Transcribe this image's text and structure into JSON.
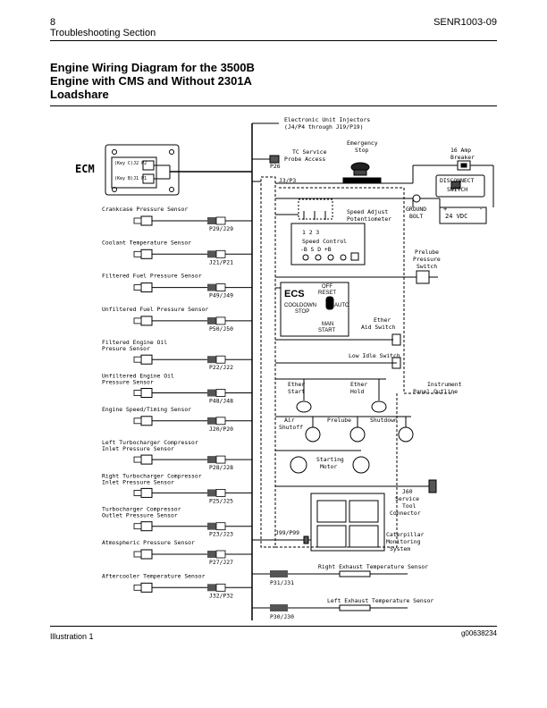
{
  "header": {
    "page_number": "8",
    "section": "Troubleshooting Section",
    "doc_id": "SENR1003-09"
  },
  "title_lines": [
    "Engine Wiring Diagram for the 3500B",
    "Engine with CMS and Without 2301A",
    "Loadshare"
  ],
  "footer": {
    "caption": "Illustration 1",
    "image_id": "g00638234"
  },
  "diagram": {
    "ecm_label": "ECM",
    "ecm_relay_top": "(Key C)J2  P2",
    "ecm_relay_bottom": "(Key B)J1  P1",
    "injectors_line1": "Electronic Unit Injectors",
    "injectors_line2": "(J4/P4 through J19/P19)",
    "tc_probe_line1": "TC Service",
    "tc_probe_line2": "Probe Access",
    "p26": "P26",
    "j3p3": "J3/P3",
    "estop_line1": "Emergency",
    "estop_line2": "Stop",
    "breaker_line1": "16 Amp",
    "breaker_line2": "Breaker",
    "disconnect_line1": "DISCONNECT",
    "disconnect_line2": "SWITCH",
    "ground_line1": "GROUND",
    "ground_line2": "BOLT",
    "battery": "24 VDC",
    "battery_plus": "+",
    "battery_minus": "-",
    "speed_adjust_line1": "Speed Adjust",
    "speed_adjust_line2": "Potentiometer",
    "speed_terminals": "1  2  3",
    "speed_control": "Speed Control",
    "speed_control_terminals": "-B  S  D  +B",
    "prelube_switch_line1": "Prelube",
    "prelube_switch_line2": "Pressure",
    "prelube_switch_line3": "Switch",
    "ecs": {
      "title": "ECS",
      "off": "OFF",
      "reset": "RESET",
      "cooldown": "COOLDOWN",
      "stop": "STOP",
      "auto": "AUTO",
      "man": "MAN",
      "start": "START"
    },
    "ether_aid_line1": "Ether",
    "ether_aid_line2": "Aid Switch",
    "low_idle": "Low Idle Switch",
    "instrument_line1": "Instrument",
    "instrument_line2": "Panel Outline",
    "ether_start_line1": "Ether",
    "ether_start_line2": "Start",
    "ether_hold_line1": "Ether",
    "ether_hold_line2": "Hold",
    "air_shutoff_line1": "Air",
    "air_shutoff_line2": "Shutoff",
    "prelube": "Prelube",
    "shutdown": "Shutdown",
    "starting_line1": "Starting",
    "starting_line2": "Motor",
    "j60_line1": "J60",
    "j60_line2": "Service",
    "j60_line3": "Tool",
    "j60_line4": "Connector",
    "j99": "J99/P99",
    "monitor_line1": "Caterpillar",
    "monitor_line2": "Monitoring",
    "monitor_line3": "System",
    "right_exhaust": "Right Exhaust Temperature Sensor",
    "left_exhaust": "Left Exhaust Temperature Sensor",
    "p31": "P31/J31",
    "p30": "P30/J30",
    "sensors": [
      {
        "line1": "Crankcase Pressure Sensor",
        "line2": "",
        "conn": "P29/J29"
      },
      {
        "line1": "Coolant Temperature Sensor",
        "line2": "",
        "conn": "J21/P21"
      },
      {
        "line1": "Filtered Fuel Pressure Sensor",
        "line2": "",
        "conn": "P49/J49"
      },
      {
        "line1": "Unfiltered Fuel Pressure Sensor",
        "line2": "",
        "conn": "P50/J50"
      },
      {
        "line1": "Filtered Engine Oil",
        "line2": "Presure Sensor",
        "conn": "P22/J22"
      },
      {
        "line1": "Unfiltered Engine Oil",
        "line2": "Pressure Sensor",
        "conn": "P48/J48"
      },
      {
        "line1": "Engine Speed/Timing Sensor",
        "line2": "",
        "conn": "J20/P20"
      },
      {
        "line1": "Left Turbocharger Compressor",
        "line2": "Inlet Pressure Sensor",
        "conn": "P28/J28"
      },
      {
        "line1": "Right Turbocharger Compressor",
        "line2": "Inlet Pressure Sensor",
        "conn": "P25/J25"
      },
      {
        "line1": "Turbocharger Compressor",
        "line2": "Outlet Pressure Sensor",
        "conn": "P23/J23"
      },
      {
        "line1": "Atmospheric Pressure Sensor",
        "line2": "",
        "conn": "P27/J27"
      },
      {
        "line1": "Aftercooler Temperature Sensor",
        "line2": "",
        "conn": "J32/P32"
      }
    ]
  }
}
